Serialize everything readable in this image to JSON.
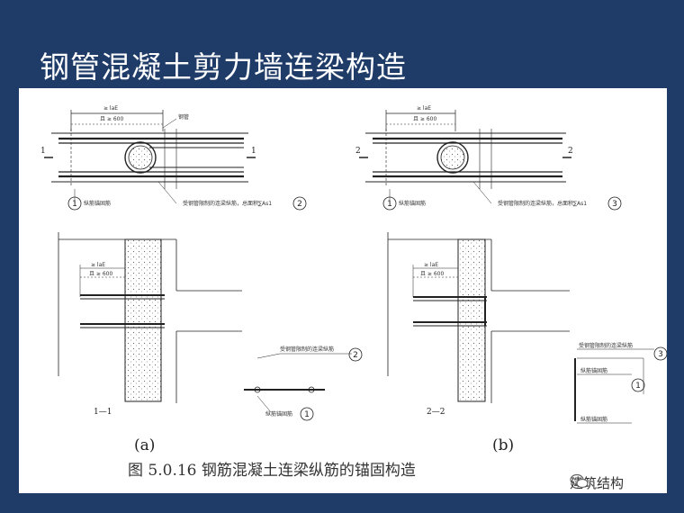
{
  "slide": {
    "title": "钢管混凝土剪力墙连梁构造"
  },
  "figure": {
    "caption": "图 5.0.16  钢筋混凝土连梁纵筋的锚固构造",
    "panel_a": "(a)",
    "panel_b": "(b)",
    "a": {
      "dim_top": "≥ laE",
      "dim_sub": "且 ≥ 600",
      "steel_tube_label": "钢管",
      "section_mark_left": "1",
      "section_mark_right": "1",
      "callout1": "纵筋锚固筋",
      "callout1_num": "1",
      "callout2": "受钢管限制的连梁纵筋，总面积∑As1",
      "callout2_num": "2",
      "section_dim_top": "≥ laE",
      "section_dim_sub": "且 ≥ 600",
      "section_label": "1—1",
      "detail_callout": "受钢管限制的连梁纵筋",
      "detail_callout_num": "2",
      "detail_bottom": "纵筋锚固筋",
      "detail_bottom_num": "1"
    },
    "b": {
      "dim_top": "≥ laE",
      "dim_sub": "且 ≥ 600",
      "section_mark_left": "2",
      "section_mark_right": "2",
      "callout1": "纵筋锚固筋",
      "callout1_num": "1",
      "callout3": "受钢管限制的连梁纵筋，总面积∑As1",
      "callout3_num": "3",
      "section_dim_top": "≥ laE",
      "section_dim_sub": "且 ≥ 600",
      "section_label": "2—2",
      "detail_callout": "受钢管限制的连梁纵筋",
      "detail_callout_num": "3",
      "detail_label_1": "纵筋锚固筋",
      "detail_num_1": "1",
      "detail_label_2": "纵筋锚固筋"
    }
  },
  "watermark": {
    "text": "建筑结构"
  }
}
